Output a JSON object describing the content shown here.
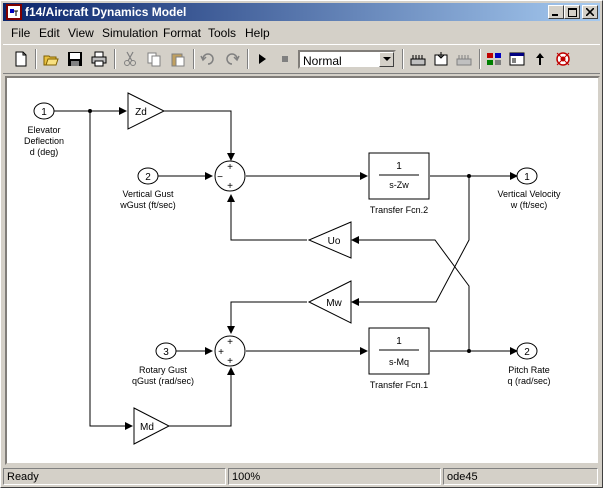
{
  "window": {
    "title": "f14/Aircraft Dynamics Model"
  },
  "menu": [
    "File",
    "Edit",
    "View",
    "Simulation",
    "Format",
    "Tools",
    "Help"
  ],
  "toolbar": {
    "sim_mode": "Normal"
  },
  "diagram": {
    "inports": [
      {
        "num": "1",
        "label_lines": [
          "Elevator",
          "Deflection",
          "d (deg)"
        ]
      },
      {
        "num": "2",
        "label_lines": [
          "Vertical Gust",
          "wGust (ft/sec)"
        ]
      },
      {
        "num": "3",
        "label_lines": [
          "Rotary Gust",
          "qGust (rad/sec)"
        ]
      }
    ],
    "outports": [
      {
        "num": "1",
        "label_lines": [
          "Vertical Velocity",
          "w (ft/sec)"
        ]
      },
      {
        "num": "2",
        "label_lines": [
          "Pitch Rate",
          "q (rad/sec)"
        ]
      }
    ],
    "gains": {
      "zd": "Zd",
      "uo": "Uo",
      "mw": "Mw",
      "md": "Md"
    },
    "tf2": {
      "num": "1",
      "den": "s-Zw",
      "name": "Transfer Fcn.2"
    },
    "tf1": {
      "num": "1",
      "den": "s-Mq",
      "name": "Transfer Fcn.1"
    }
  },
  "status": {
    "ready": "Ready",
    "zoom": "100%",
    "solver": "ode45"
  }
}
